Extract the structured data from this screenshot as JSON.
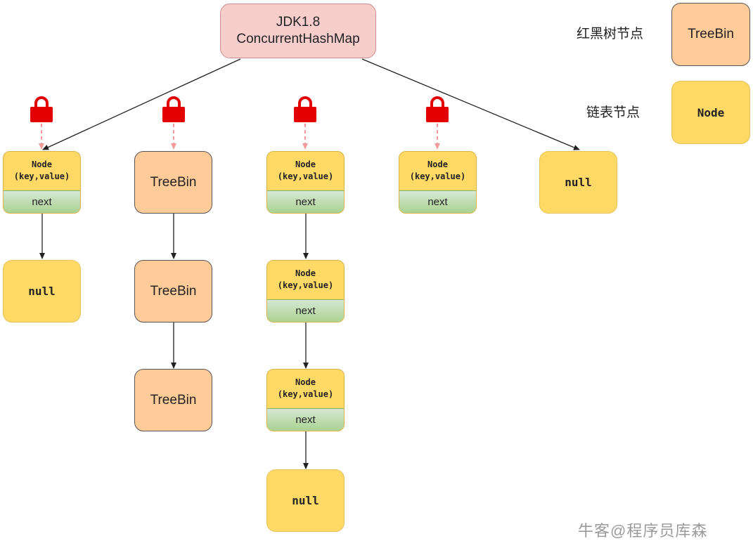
{
  "root": {
    "line1": "JDK1.8",
    "line2": "ConcurrentHashMap"
  },
  "legend": {
    "rbtree_label": "红黑树节点",
    "rbtree_box": "TreeBin",
    "list_label": "链表节点",
    "list_box": "Node"
  },
  "node": {
    "key_line": "Node",
    "value_line": "(key,value)",
    "next": "next"
  },
  "treebin": "TreeBin",
  "null_text": "null",
  "watermark": "牛客@程序员库森",
  "colors": {
    "root_fill": "#f8cecc",
    "treebin_fill": "#ffcc99",
    "node_fill": "#ffd966",
    "next_fill": "#a9d18e",
    "lock": "#e30000",
    "dashed_arrow": "#f19c99",
    "edge": "#222222"
  }
}
